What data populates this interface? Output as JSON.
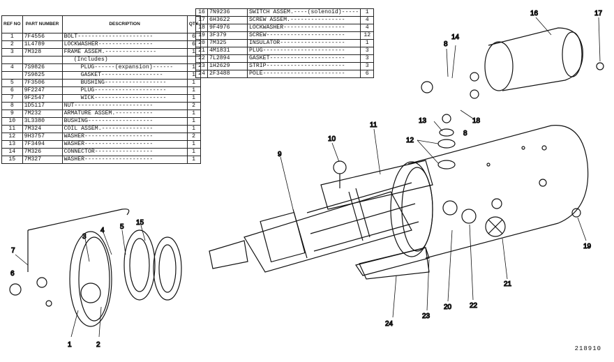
{
  "table1": {
    "headers": {
      "ref": "REF NO",
      "part": "PART NUMBER",
      "desc": "DESCRIPTION",
      "qty": "QTY"
    },
    "rows": [
      {
        "ref": "1",
        "part": "7F4556",
        "desc": "BOLT----------------------",
        "qty": "6"
      },
      {
        "ref": "2",
        "part": "1L4789",
        "desc": "LOCKWASHER----------------",
        "qty": "6"
      },
      {
        "ref": "3",
        "part": "7M328",
        "desc": "FRAME ASSEM.---------------",
        "qty": "1"
      },
      {
        "ref": "",
        "part": "",
        "desc": "(Includes)",
        "qty": ""
      },
      {
        "ref": "4",
        "part": "7S9826",
        "desc": "PLUG------(expansion)------",
        "qty": "1"
      },
      {
        "ref": "",
        "part": "7S9825",
        "desc": "GASKET------------------",
        "qty": "1"
      },
      {
        "ref": "5",
        "part": "7F3506",
        "desc": "BUSHING------------------",
        "qty": "1"
      },
      {
        "ref": "6",
        "part": "9F2247",
        "desc": "PLUG---------------------",
        "qty": "1"
      },
      {
        "ref": "7",
        "part": "9F2547",
        "desc": "WICK---------------------",
        "qty": "1"
      },
      {
        "ref": "8",
        "part": "1D5117",
        "desc": "NUT-----------------------",
        "qty": "2"
      },
      {
        "ref": "9",
        "part": "7M232",
        "desc": "ARMATURE ASSEM.-----------",
        "qty": "1"
      },
      {
        "ref": "10",
        "part": "3L3380",
        "desc": "BUSHING-------------------",
        "qty": "1"
      },
      {
        "ref": "11",
        "part": "7M324",
        "desc": "COIL ASSEM.---------------",
        "qty": "1"
      },
      {
        "ref": "12",
        "part": "9H3757",
        "desc": "WASHER--------------------",
        "qty": "2"
      },
      {
        "ref": "13",
        "part": "7F3494",
        "desc": "WASHER--------------------",
        "qty": "1"
      },
      {
        "ref": "14",
        "part": "7M326",
        "desc": "CONNECTOR-----------------",
        "qty": "1"
      },
      {
        "ref": "15",
        "part": "7M327",
        "desc": "WASHER--------------------",
        "qty": "1"
      }
    ]
  },
  "table2": {
    "rows": [
      {
        "ref": "16",
        "part": "7N9236",
        "desc": "SWITCH ASSEM.----(solenoid)-----",
        "qty": "1"
      },
      {
        "ref": "17",
        "part": "6H3622",
        "desc": "SCREW ASSEM.----------------",
        "qty": "4"
      },
      {
        "ref": "18",
        "part": "9F4976",
        "desc": "LOCKWASHER------------------",
        "qty": "4"
      },
      {
        "ref": "19",
        "part": "3F379",
        "desc": "SCREW-----------------------",
        "qty": "12"
      },
      {
        "ref": "20",
        "part": "7M325",
        "desc": "INSULATOR-------------------",
        "qty": "1"
      },
      {
        "ref": "21",
        "part": "4M1831",
        "desc": "PLUG------------------------",
        "qty": "3"
      },
      {
        "ref": "22",
        "part": "7L2894",
        "desc": "GASKET----------------------",
        "qty": "3"
      },
      {
        "ref": "23",
        "part": "1H2629",
        "desc": "STRIP-----------------------",
        "qty": "3"
      },
      {
        "ref": "24",
        "part": "2F3488",
        "desc": "POLE------------------------",
        "qty": "6"
      }
    ]
  },
  "callouts": [
    "1",
    "2",
    "3",
    "4",
    "5",
    "6",
    "7",
    "8",
    "8",
    "9",
    "10",
    "11",
    "12",
    "13",
    "14",
    "15",
    "16",
    "17",
    "18",
    "19",
    "20",
    "21",
    "22",
    "23",
    "24"
  ],
  "figure_number": "218910"
}
